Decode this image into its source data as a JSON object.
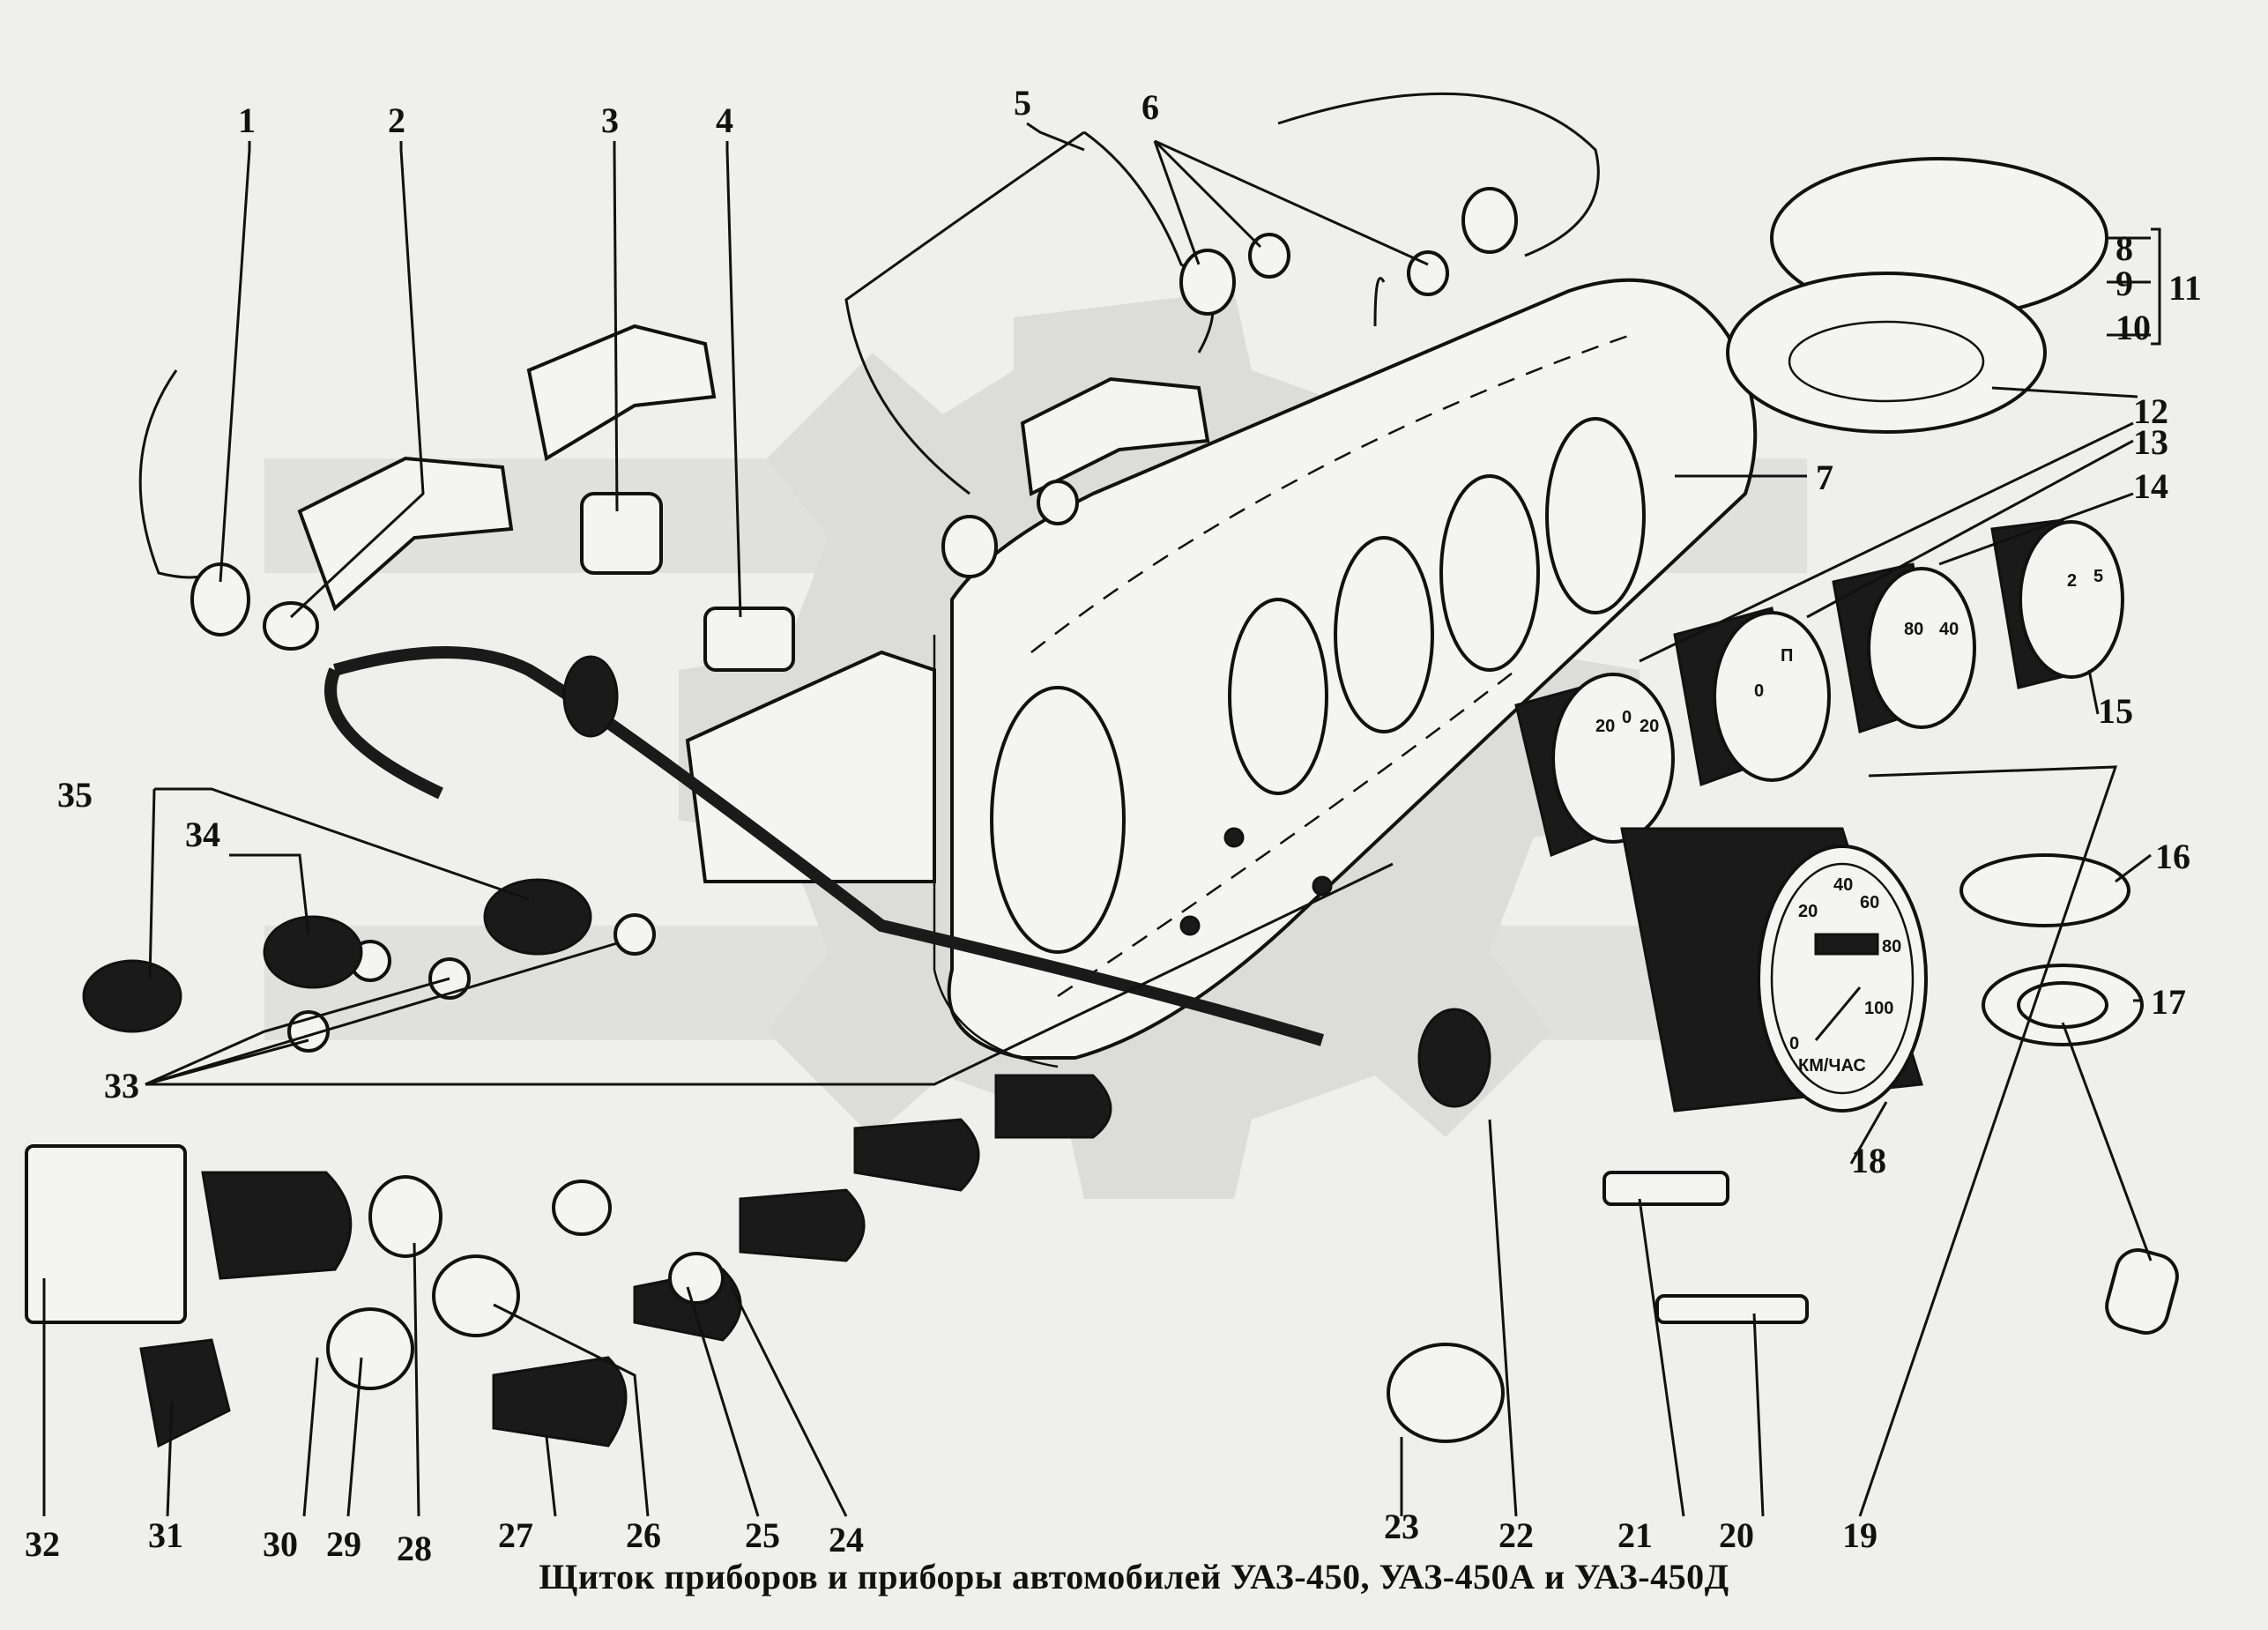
{
  "caption": "Щиток приборов и приборы автомобилей УАЗ-450, УАЗ-450А  и УАЗ-450Д",
  "callouts": [
    "1",
    "2",
    "3",
    "4",
    "5",
    "6",
    "7",
    "8",
    "9",
    "10",
    "11",
    "12",
    "13",
    "14",
    "15",
    "16",
    "17",
    "18",
    "19",
    "20",
    "21",
    "22",
    "23",
    "24",
    "25",
    "26",
    "27",
    "28",
    "29",
    "30",
    "31",
    "32",
    "33",
    "34",
    "35"
  ],
  "gauges": {
    "speedometer_unit": "КМ/ЧАС",
    "speedometer_ticks": [
      "0",
      "20",
      "40",
      "60",
      "80",
      "100"
    ],
    "ammeter_ticks": [
      "20",
      "0",
      "20"
    ],
    "fuel_labels": [
      "П",
      "0"
    ],
    "temp_ticks": [
      "80",
      "40"
    ],
    "pressure_ticks": [
      "2",
      "5"
    ]
  },
  "colors": {
    "ink": "#111111",
    "paper": "#efefed",
    "watermark": "#dcdcda"
  }
}
